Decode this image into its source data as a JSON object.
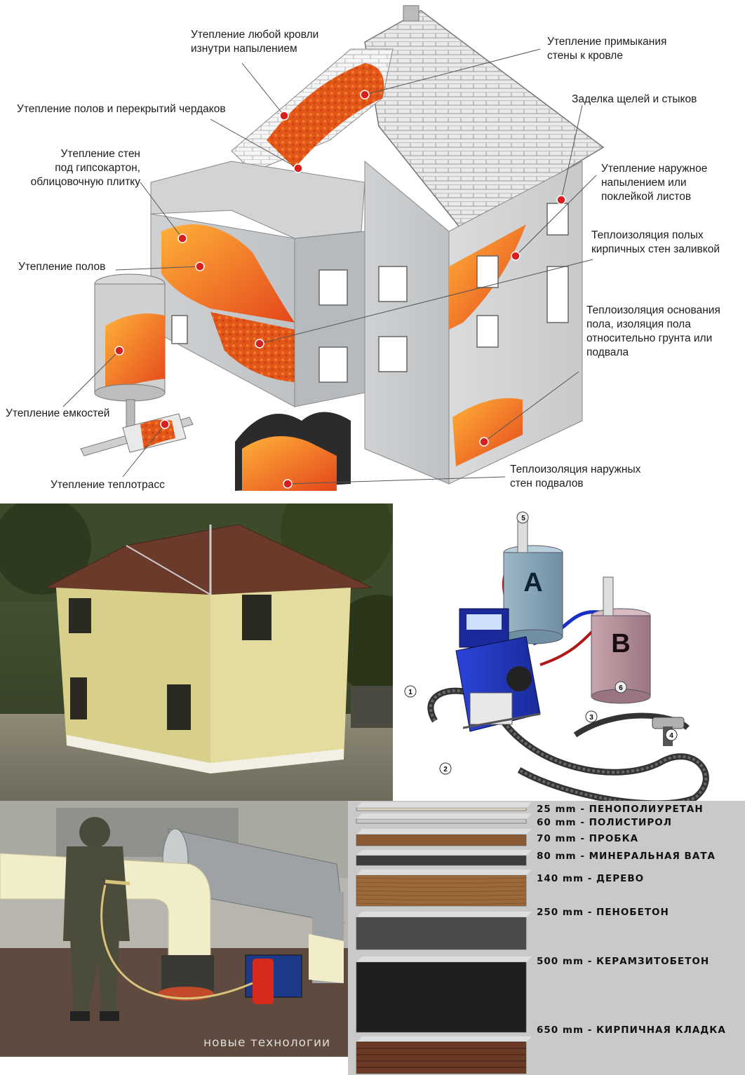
{
  "diagram": {
    "callouts": {
      "roof_inside": "Утепление любой кровли\nизнутри напылением",
      "wall_roof_junction": "Утепление примыкания\nстены к кровле",
      "attic_floors": "Утепление полов и перекрытий чердаков",
      "gaps_joints": "Заделка щелей и стыков",
      "walls_under_drywall": "Утепление стен\nпод гипсокартон,\nоблицовочную плитку",
      "exterior_spray": "Утепление наружное\nнапылением или\nпоклейкой листов",
      "hollow_brick": "Теплоизоляция полых\nкирпичных стен заливкой",
      "floors": "Утепление полов",
      "floor_base": "Теплоизоляция основания\nпола, изоляция пола\nотносительно грунта или\nподвала",
      "tanks": "Утепление емкостей",
      "basement_walls": "Теплоизоляция наружных\nстен подвалов",
      "heat_pipes": "Утепление теплотрасс"
    }
  },
  "equipment": {
    "tank_a": "A",
    "tank_b": "B",
    "numbers": [
      "1",
      "2",
      "3",
      "4",
      "5",
      "6"
    ]
  },
  "photo": {
    "watermark": "новые технологии"
  },
  "comparison": {
    "layers": [
      {
        "label": "25 mm - ПЕНОПОЛИУРЕТАН",
        "thickness_mm": 25,
        "color": "#d8d4c4"
      },
      {
        "label": "60 mm - ПОЛИСТИРОЛ",
        "thickness_mm": 60,
        "color": "#c9c9c9"
      },
      {
        "label": "70 mm - ПРОБКА",
        "thickness_mm": 70,
        "color": "#8a5a35"
      },
      {
        "label": "80 mm - МИНЕРАЛЬНАЯ ВАТА",
        "thickness_mm": 80,
        "color": "#3c3c3c"
      },
      {
        "label": "140 mm - ДЕРЕВО",
        "thickness_mm": 140,
        "color": "#9c6a3a"
      },
      {
        "label": "250 mm - ПЕНОБЕТОН",
        "thickness_mm": 250,
        "color": "#4a4a4a"
      },
      {
        "label": "500 mm - КЕРАМЗИТОБЕТОН",
        "thickness_mm": 500,
        "color": "#1e1e1e"
      },
      {
        "label": "650 mm - КИРПИЧНАЯ КЛАДКА",
        "thickness_mm": 650,
        "color": "#6b3a25"
      }
    ]
  }
}
